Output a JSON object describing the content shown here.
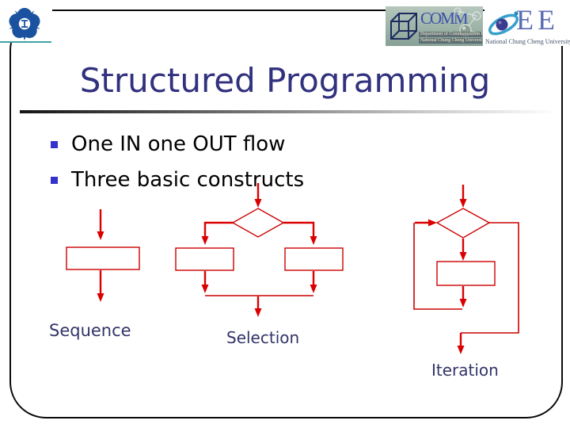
{
  "colors": {
    "flow-line": "#CC0000",
    "flow-arrow": "#DB0000",
    "title-color": "#31317E",
    "label-color": "#333369",
    "bullet-color": "#3333CC",
    "teal-line": "#40A3A3",
    "border-color": "#0A0A0A",
    "comm-text-color": "#3A52A8",
    "ee-text-color": "#5A6CB2"
  },
  "header": {
    "comm_banner": {
      "title": "COMM",
      "line1": "Department of Communication Engineering",
      "line2": "National Chung Cheng University"
    },
    "ee_banner": {
      "title": "EE",
      "subtitle": "National Chung Cheng University"
    }
  },
  "slide": {
    "title": "Structured Programming",
    "bullets": [
      {
        "text": "One IN one OUT flow"
      },
      {
        "text": "Three basic constructs"
      }
    ],
    "diagrams": [
      {
        "type": "sequence",
        "label": "Sequence",
        "elements": "arrow, process box, arrow"
      },
      {
        "type": "selection",
        "label": "Selection",
        "elements": "decision diamond branching to two process boxes, merging to one exit arrow"
      },
      {
        "type": "iteration",
        "label": "Iteration",
        "elements": "decision diamond, process box, loop back to decision, exit arrow"
      }
    ]
  }
}
